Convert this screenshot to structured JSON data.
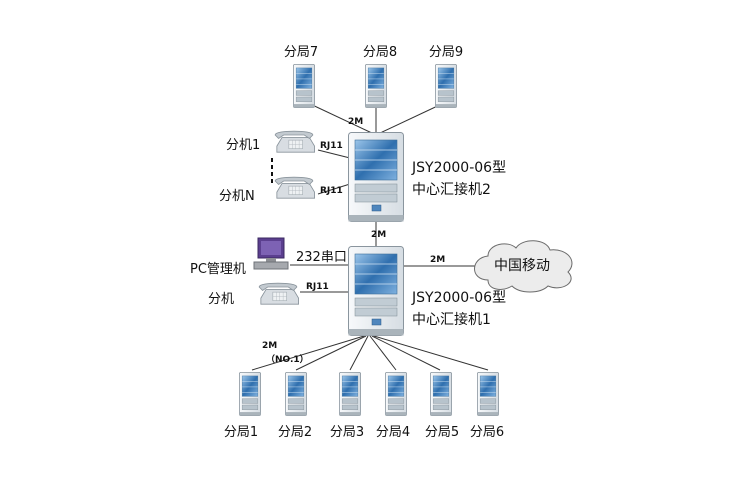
{
  "top_branches": [
    "分局7",
    "分局8",
    "分局9"
  ],
  "bottom_branches": [
    "分局1",
    "分局2",
    "分局3",
    "分局4",
    "分局5",
    "分局6"
  ],
  "switch2": {
    "model": "JSY2000-06型",
    "name": "中心汇接机2"
  },
  "switch1": {
    "model": "JSY2000-06型",
    "name": "中心汇接机1"
  },
  "labels": {
    "top_link": "2M",
    "inter_link": "2M",
    "mobile_link": "2M",
    "bottom_link": "2M",
    "bottom_link_no": "（NO.1）",
    "rj11_a": "RJ11",
    "rj11_b": "RJ11",
    "rj11_c": "RJ11",
    "serial": "232串口"
  },
  "phones": {
    "ext1": "分机1",
    "extN": "分机N",
    "pc": "PC管理机",
    "ext": "分机"
  },
  "cloud": {
    "label": "中国移动"
  },
  "colors": {
    "cabinet_body": "#eef2f5",
    "cabinet_panel": "#3f7fb8",
    "cloud": "#ececec"
  }
}
